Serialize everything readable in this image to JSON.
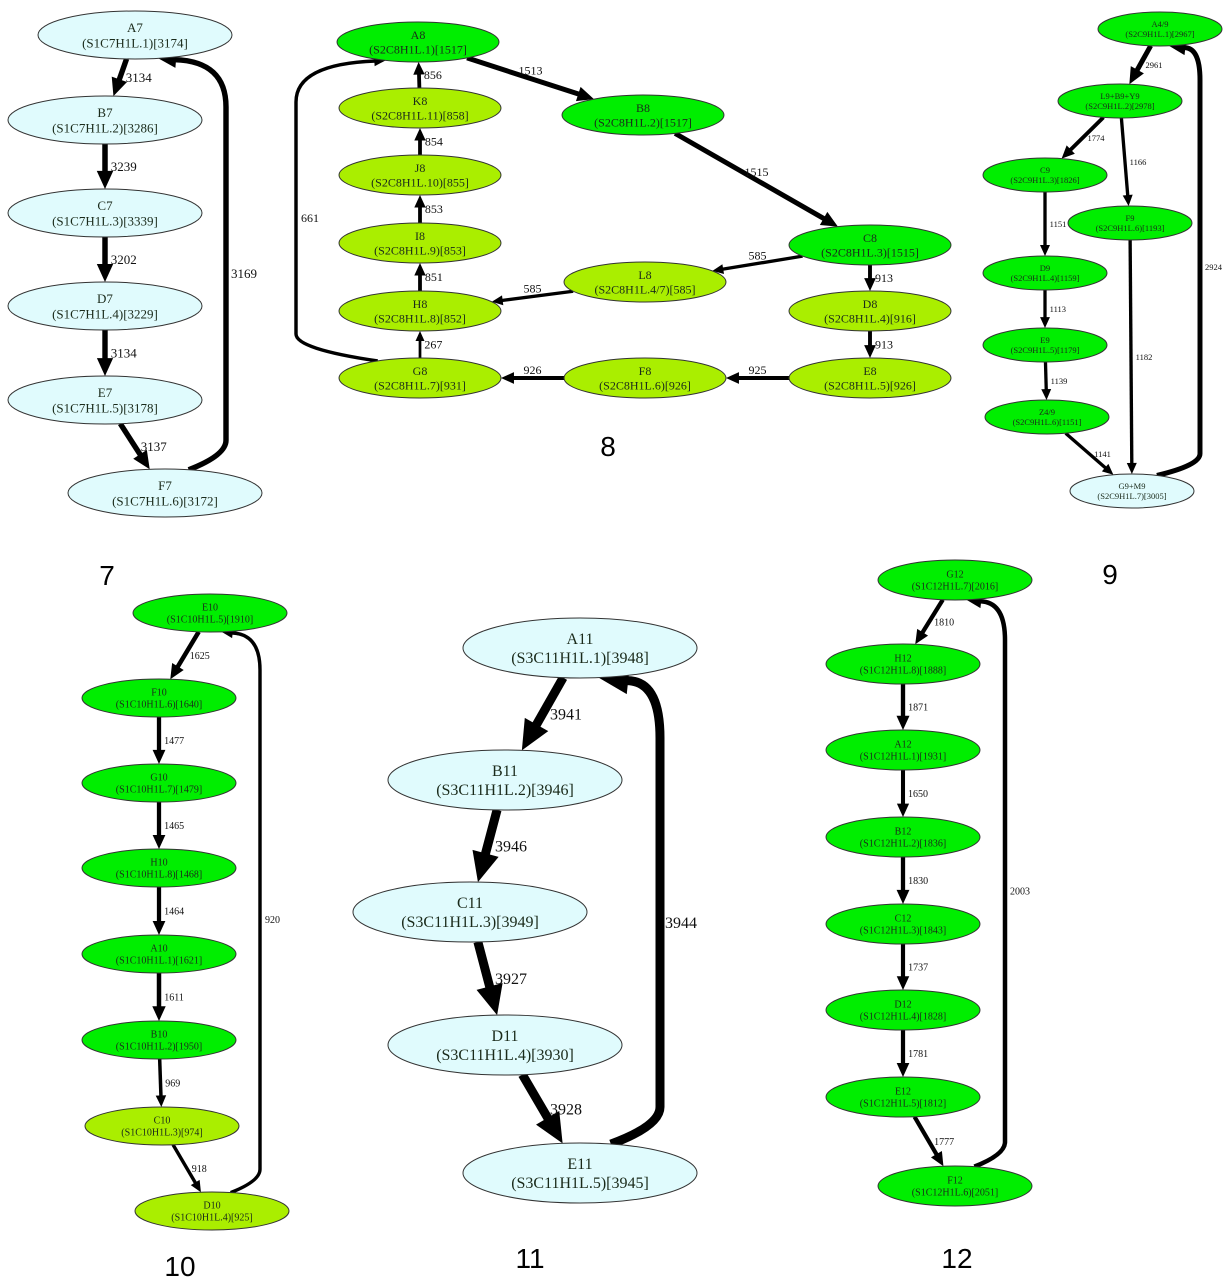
{
  "colors": {
    "light": "#e0fbfd",
    "green": "#00ee00",
    "yellowgreen": "#aaee00",
    "edge": "#000000",
    "outline": "#333333"
  },
  "panels": [
    {
      "caption": "7",
      "nodes": [
        {
          "id": "A7",
          "name": "A7",
          "detail": "(S1C7H1L.1)[3174]",
          "fill": "light"
        },
        {
          "id": "B7",
          "name": "B7",
          "detail": "(S1C7H1L.2)[3286]",
          "fill": "light"
        },
        {
          "id": "C7",
          "name": "C7",
          "detail": "(S1C7H1L.3)[3339]",
          "fill": "light"
        },
        {
          "id": "D7",
          "name": "D7",
          "detail": "(S1C7H1L.4)[3229]",
          "fill": "light"
        },
        {
          "id": "E7",
          "name": "E7",
          "detail": "(S1C7H1L.5)[3178]",
          "fill": "light"
        },
        {
          "id": "F7",
          "name": "F7",
          "detail": "(S1C7H1L.6)[3172]",
          "fill": "light"
        }
      ],
      "edges": [
        {
          "from": "A7",
          "to": "B7",
          "weight": "3134"
        },
        {
          "from": "B7",
          "to": "C7",
          "weight": "3239"
        },
        {
          "from": "C7",
          "to": "D7",
          "weight": "3202"
        },
        {
          "from": "D7",
          "to": "E7",
          "weight": "3134"
        },
        {
          "from": "E7",
          "to": "F7",
          "weight": "3137"
        },
        {
          "from": "F7",
          "to": "A7",
          "weight": "3169"
        }
      ]
    },
    {
      "caption": "8",
      "nodes": [
        {
          "id": "A8",
          "name": "A8",
          "detail": "(S2C8H1L.1)[1517]",
          "fill": "green"
        },
        {
          "id": "B8",
          "name": "B8",
          "detail": "(S2C8H1L.2)[1517]",
          "fill": "green"
        },
        {
          "id": "C8",
          "name": "C8",
          "detail": "(S2C8H1L.3)[1515]",
          "fill": "green"
        },
        {
          "id": "L8",
          "name": "L8",
          "detail": "(S2C8H1L.4/7)[585]",
          "fill": "yellowgreen"
        },
        {
          "id": "D8",
          "name": "D8",
          "detail": "(S2C8H1L.4)[916]",
          "fill": "yellowgreen"
        },
        {
          "id": "E8",
          "name": "E8",
          "detail": "(S2C8H1L.5)[926]",
          "fill": "yellowgreen"
        },
        {
          "id": "F8",
          "name": "F8",
          "detail": "(S2C8H1L.6)[926]",
          "fill": "yellowgreen"
        },
        {
          "id": "G8",
          "name": "G8",
          "detail": "(S2C8H1L.7)[931]",
          "fill": "yellowgreen"
        },
        {
          "id": "H8",
          "name": "H8",
          "detail": "(S2C8H1L.8)[852]",
          "fill": "yellowgreen"
        },
        {
          "id": "I8",
          "name": "I8",
          "detail": "(S2C8H1L.9)[853]",
          "fill": "yellowgreen"
        },
        {
          "id": "J8",
          "name": "J8",
          "detail": "(S2C8H1L.10)[855]",
          "fill": "yellowgreen"
        },
        {
          "id": "K8",
          "name": "K8",
          "detail": "(S2C8H1L.11)[858]",
          "fill": "yellowgreen"
        }
      ],
      "edges": [
        {
          "from": "A8",
          "to": "B8",
          "weight": "1513"
        },
        {
          "from": "B8",
          "to": "C8",
          "weight": "1515"
        },
        {
          "from": "C8",
          "to": "L8",
          "weight": "585"
        },
        {
          "from": "C8",
          "to": "D8",
          "weight": "913"
        },
        {
          "from": "L8",
          "to": "H8",
          "weight": "585"
        },
        {
          "from": "D8",
          "to": "E8",
          "weight": "913"
        },
        {
          "from": "E8",
          "to": "F8",
          "weight": "925"
        },
        {
          "from": "F8",
          "to": "G8",
          "weight": "926"
        },
        {
          "from": "G8",
          "to": "H8",
          "weight": "267"
        },
        {
          "from": "H8",
          "to": "I8",
          "weight": "851"
        },
        {
          "from": "I8",
          "to": "J8",
          "weight": "853"
        },
        {
          "from": "J8",
          "to": "K8",
          "weight": "854"
        },
        {
          "from": "K8",
          "to": "A8",
          "weight": "856"
        },
        {
          "from": "G8",
          "to": "A8",
          "weight": "661"
        }
      ]
    },
    {
      "caption": "9",
      "nodes": [
        {
          "id": "A4/9",
          "name": "A4/9",
          "detail": "(S2C9H1L.1)[2967]",
          "fill": "green"
        },
        {
          "id": "L9+B9+Y9",
          "name": "L9+B9+Y9",
          "detail": "(S2C9H1L.2)[2978]",
          "fill": "green"
        },
        {
          "id": "C9",
          "name": "C9",
          "detail": "(S2C9H1L.3)[1826]",
          "fill": "green"
        },
        {
          "id": "F9",
          "name": "F9",
          "detail": "(S2C9H1L.6)[1193]",
          "fill": "green"
        },
        {
          "id": "D9",
          "name": "D9",
          "detail": "(S2C9H1L.4)[1159]",
          "fill": "green"
        },
        {
          "id": "E9",
          "name": "E9",
          "detail": "(S2C9H1L.5)[1179]",
          "fill": "green"
        },
        {
          "id": "Z4/9",
          "name": "Z4/9",
          "detail": "(S2C9H1L.6)[1151]",
          "fill": "green"
        },
        {
          "id": "G9+M9",
          "name": "G9+M9",
          "detail": "(S2C9H1L.7)[3005]",
          "fill": "light"
        }
      ],
      "edges": [
        {
          "from": "A4/9",
          "to": "L9+B9+Y9",
          "weight": "2961"
        },
        {
          "from": "L9+B9+Y9",
          "to": "C9",
          "weight": "1774"
        },
        {
          "from": "L9+B9+Y9",
          "to": "F9",
          "weight": "1166"
        },
        {
          "from": "C9",
          "to": "D9",
          "weight": "1151"
        },
        {
          "from": "D9",
          "to": "E9",
          "weight": "1113"
        },
        {
          "from": "E9",
          "to": "Z4/9",
          "weight": "1139"
        },
        {
          "from": "Z4/9",
          "to": "G9+M9",
          "weight": "1141"
        },
        {
          "from": "F9",
          "to": "G9+M9",
          "weight": "1182"
        },
        {
          "from": "G9+M9",
          "to": "A4/9",
          "weight": "2924"
        }
      ]
    },
    {
      "caption": "10",
      "nodes": [
        {
          "id": "E10",
          "name": "E10",
          "detail": "(S1C10H1L.5)[1910]",
          "fill": "green"
        },
        {
          "id": "F10",
          "name": "F10",
          "detail": "(S1C10H1L.6)[1640]",
          "fill": "green"
        },
        {
          "id": "G10",
          "name": "G10",
          "detail": "(S1C10H1L.7)[1479]",
          "fill": "green"
        },
        {
          "id": "H10",
          "name": "H10",
          "detail": "(S1C10H1L.8)[1468]",
          "fill": "green"
        },
        {
          "id": "A10",
          "name": "A10",
          "detail": "(S1C10H1L.1)[1621]",
          "fill": "green"
        },
        {
          "id": "B10",
          "name": "B10",
          "detail": "(S1C10H1L.2)[1950]",
          "fill": "green"
        },
        {
          "id": "C10",
          "name": "C10",
          "detail": "(S1C10H1L.3)[974]",
          "fill": "yellowgreen"
        },
        {
          "id": "D10",
          "name": "D10",
          "detail": "(S1C10H1L.4)[925]",
          "fill": "yellowgreen"
        }
      ],
      "edges": [
        {
          "from": "E10",
          "to": "F10",
          "weight": "1625"
        },
        {
          "from": "F10",
          "to": "G10",
          "weight": "1477"
        },
        {
          "from": "G10",
          "to": "H10",
          "weight": "1465"
        },
        {
          "from": "H10",
          "to": "A10",
          "weight": "1464"
        },
        {
          "from": "A10",
          "to": "B10",
          "weight": "1611"
        },
        {
          "from": "B10",
          "to": "C10",
          "weight": "969"
        },
        {
          "from": "C10",
          "to": "D10",
          "weight": "918"
        },
        {
          "from": "D10",
          "to": "E10",
          "weight": "920"
        }
      ]
    },
    {
      "caption": "11",
      "nodes": [
        {
          "id": "A11",
          "name": "A11",
          "detail": "(S3C11H1L.1)[3948]",
          "fill": "light"
        },
        {
          "id": "B11",
          "name": "B11",
          "detail": "(S3C11H1L.2)[3946]",
          "fill": "light"
        },
        {
          "id": "C11",
          "name": "C11",
          "detail": "(S3C11H1L.3)[3949]",
          "fill": "light"
        },
        {
          "id": "D11",
          "name": "D11",
          "detail": "(S3C11H1L.4)[3930]",
          "fill": "light"
        },
        {
          "id": "E11",
          "name": "E11",
          "detail": "(S3C11H1L.5)[3945]",
          "fill": "light"
        }
      ],
      "edges": [
        {
          "from": "A11",
          "to": "B11",
          "weight": "3941"
        },
        {
          "from": "B11",
          "to": "C11",
          "weight": "3946"
        },
        {
          "from": "C11",
          "to": "D11",
          "weight": "3927"
        },
        {
          "from": "D11",
          "to": "E11",
          "weight": "3928"
        },
        {
          "from": "E11",
          "to": "A11",
          "weight": "3944"
        }
      ]
    },
    {
      "caption": "12",
      "nodes": [
        {
          "id": "G12",
          "name": "G12",
          "detail": "(S1C12H1L.7)[2016]",
          "fill": "green"
        },
        {
          "id": "H12",
          "name": "H12",
          "detail": "(S1C12H1L.8)[1888]",
          "fill": "green"
        },
        {
          "id": "A12",
          "name": "A12",
          "detail": "(S1C12H1L.1)[1931]",
          "fill": "green"
        },
        {
          "id": "B12",
          "name": "B12",
          "detail": "(S1C12H1L.2)[1836]",
          "fill": "green"
        },
        {
          "id": "C12",
          "name": "C12",
          "detail": "(S1C12H1L.3)[1843]",
          "fill": "green"
        },
        {
          "id": "D12",
          "name": "D12",
          "detail": "(S1C12H1L.4)[1828]",
          "fill": "green"
        },
        {
          "id": "E12",
          "name": "E12",
          "detail": "(S1C12H1L.5)[1812]",
          "fill": "green"
        },
        {
          "id": "F12",
          "name": "F12",
          "detail": "(S1C12H1L.6)[2051]",
          "fill": "green"
        }
      ],
      "edges": [
        {
          "from": "G12",
          "to": "H12",
          "weight": "1810"
        },
        {
          "from": "H12",
          "to": "A12",
          "weight": "1871"
        },
        {
          "from": "A12",
          "to": "B12",
          "weight": "1650"
        },
        {
          "from": "B12",
          "to": "C12",
          "weight": "1830"
        },
        {
          "from": "C12",
          "to": "D12",
          "weight": "1737"
        },
        {
          "from": "D12",
          "to": "E12",
          "weight": "1781"
        },
        {
          "from": "E12",
          "to": "F12",
          "weight": "1777"
        },
        {
          "from": "F12",
          "to": "G12",
          "weight": "2003"
        }
      ]
    }
  ]
}
